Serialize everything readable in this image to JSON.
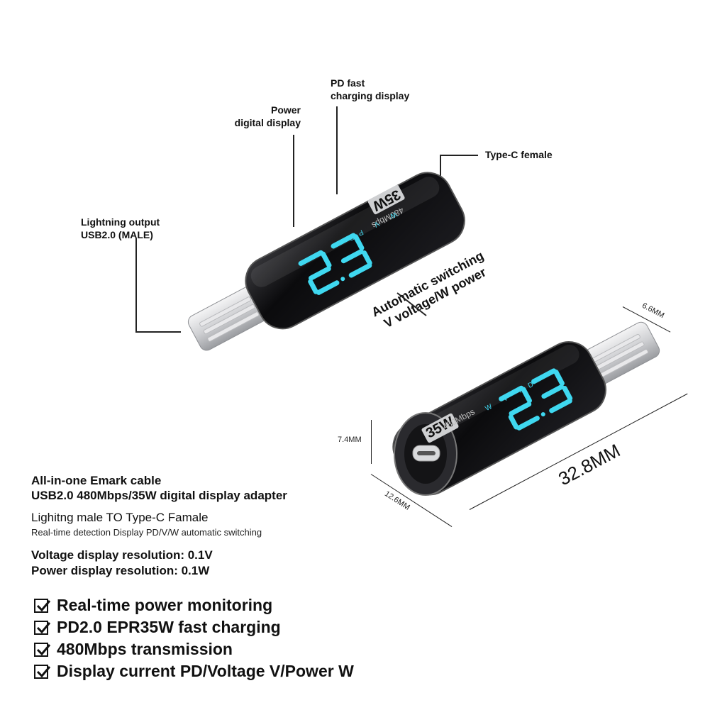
{
  "callouts": {
    "pd_fast": [
      "PD fast",
      "charging display"
    ],
    "power_digital": [
      "Power",
      "digital display"
    ],
    "type_c_female": "Type-C female",
    "lightning_output": [
      "Lightning output",
      "USB2.0 (MALE)"
    ],
    "auto_switch": [
      "Automatic switching",
      "V voltage/W power"
    ]
  },
  "device": {
    "wattage": "35W",
    "speed": "480Mbps",
    "indicators": [
      "W",
      "V",
      "PD"
    ]
  },
  "dimensions": {
    "width": "6.6MM",
    "height": "7.4MM",
    "depth": "12.6MM",
    "length": "32.8MM"
  },
  "info": {
    "title1": "All-in-one Emark cable",
    "title2": "USB2.0 480Mbps/35W digital display adapter",
    "subtitle": "Lighitng male TO Type-C Famale",
    "detail": "Real-time detection Display PD/V/W automatic switching",
    "voltage_res": "Voltage display resolution: 0.1V",
    "power_res": "Power display resolution: 0.1W"
  },
  "features": [
    "Real-time power monitoring",
    "PD2.0 EPR35W fast charging",
    "480Mbps transmission",
    "Display current PD/Voltage V/Power W"
  ],
  "colors": {
    "body": "#0b0b0d",
    "display_cyan": "#3fd8f0",
    "connector_silver": "#d9dadc"
  }
}
